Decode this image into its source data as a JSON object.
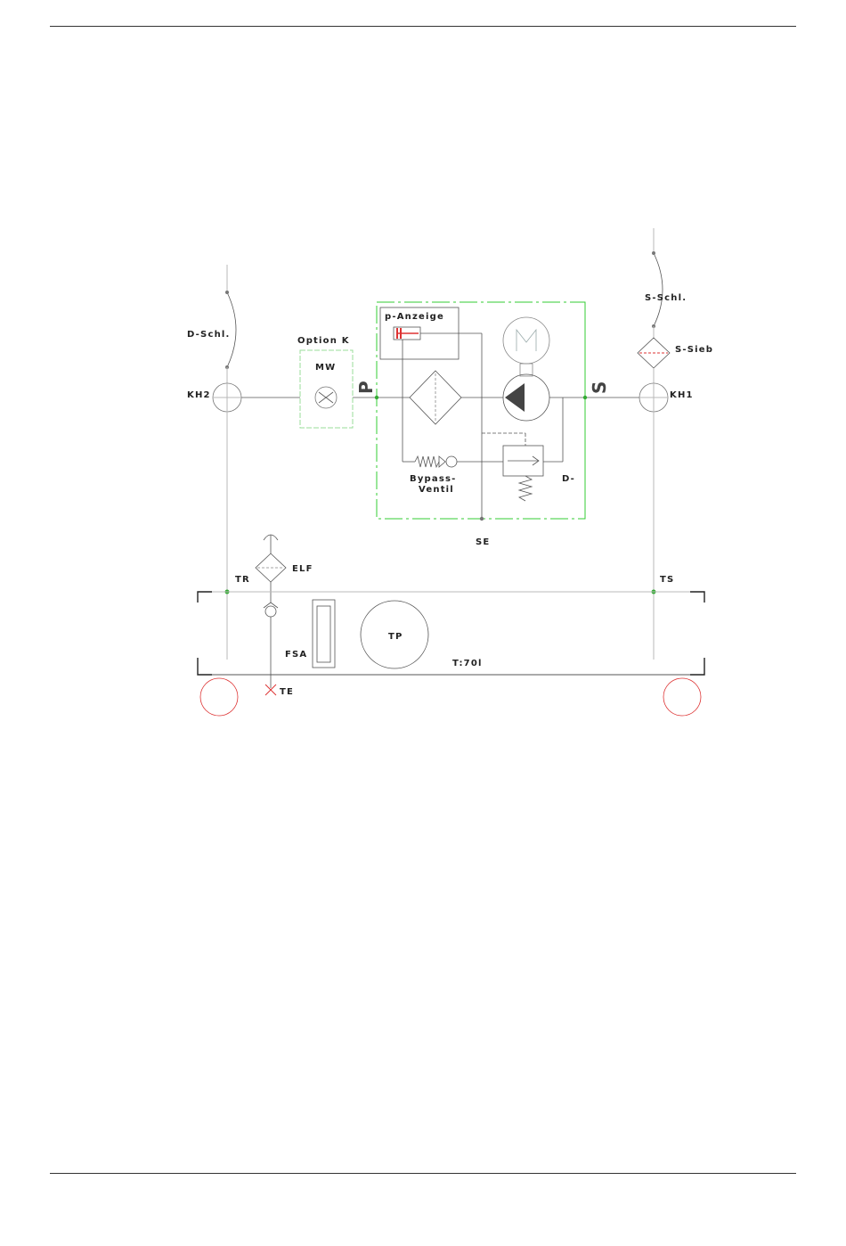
{
  "labels": {
    "d_schl": "D-Schl.",
    "option_k": "Option  K",
    "mw": "MW",
    "p": "P",
    "p_anzeige": "p-Anzeige",
    "s": "S",
    "s_schl": "S-Schl.",
    "s_sieb": "S-Sieb",
    "kh1": "KH1",
    "kh2": "KH2",
    "bypass": "Bypass-",
    "ventil": "Ventil",
    "d_minus": "D-",
    "se": "SE",
    "elf": "ELF",
    "tr": "TR",
    "ts": "TS",
    "tp": "TP",
    "fsa": "FSA",
    "t70l": "T:70l",
    "te": "TE"
  },
  "colors": {
    "frame_green": "#33cc33",
    "accent_red": "#dd3333",
    "line_grey": "#b8b8b8",
    "line_dark": "#555555"
  }
}
